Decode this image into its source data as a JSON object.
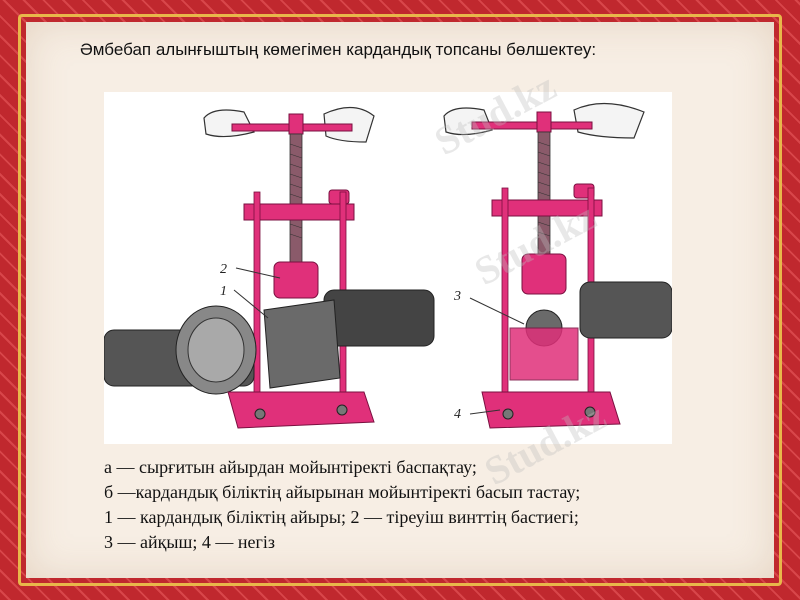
{
  "title": "Әмбебап алынғыштың көмегімен кардандық топсаны бөлшектеу:",
  "figure": {
    "callouts": [
      "2",
      "1",
      "3",
      "4"
    ]
  },
  "caption": [
    "а — сырғитын айырдан мойынтіректі баспақтау;",
    "б —кардандық біліктің айырынан мойынтіректі басып тастау;",
    "1 — кардандық біліктің айыры; 2 — тіреуіш винттің бастиегі;",
    "3 — айқыш; 4 — негіз"
  ],
  "watermark": "Stud.kz",
  "colors": {
    "frame": "#c0282e",
    "paper": "#f7eee4",
    "tool": "#e0307a",
    "metal": "#5a5a5a"
  }
}
